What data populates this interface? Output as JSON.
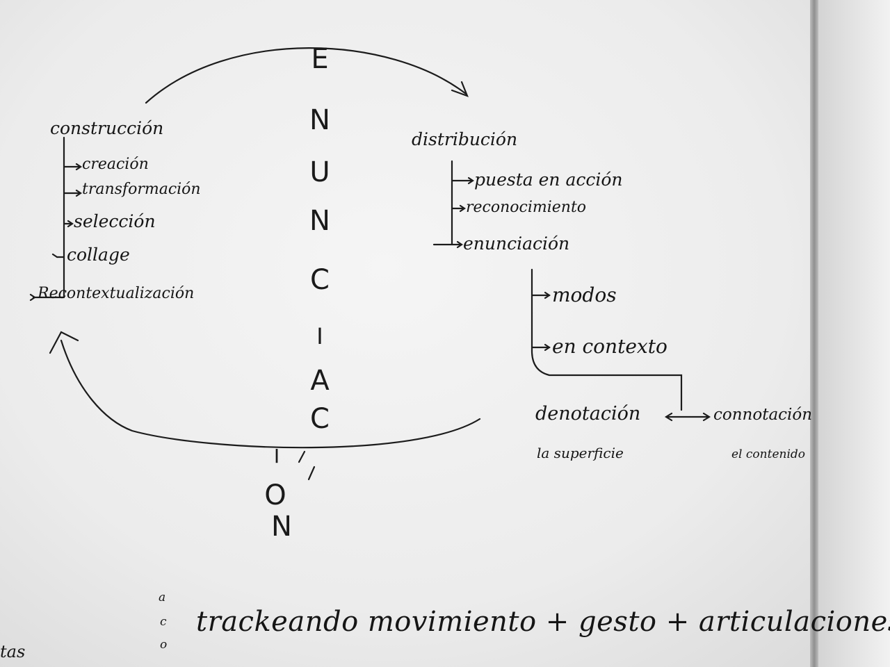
{
  "diagram": {
    "vertical_word": [
      "E",
      "N",
      "U",
      "N",
      "C",
      "I",
      "A",
      "C",
      "I",
      "O",
      "N"
    ],
    "left_branch": {
      "title": "construcción",
      "items": [
        "creación",
        "transformación",
        "selección",
        "collage",
        "Recontextualización"
      ]
    },
    "right_branch": {
      "title": "distribución",
      "items": [
        "puesta en acción",
        "reconocimiento",
        "enunciación"
      ]
    },
    "sub_branch": {
      "items": [
        "modos",
        "en contexto"
      ],
      "denotation": "denotación",
      "denotation_note": "la superficie",
      "connotation": "connotación",
      "connotation_note": "el contenido"
    },
    "bottom_note": "trackeando movimiento + gesto + articulaciones",
    "margin_letters": [
      "a",
      "c",
      "o"
    ],
    "corner_text": "tas"
  }
}
